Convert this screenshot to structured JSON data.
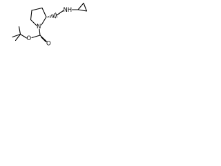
{
  "molecule": {
    "atoms": {
      "ring_nitrogen": "N",
      "amine_nitrogen": "N",
      "amine_hydrogen": "H",
      "carbonyl_oxygen": "O",
      "ester_oxygen": "O"
    },
    "colors": {
      "bond": "#000000",
      "label": "#000000",
      "background": "#ffffff"
    }
  }
}
